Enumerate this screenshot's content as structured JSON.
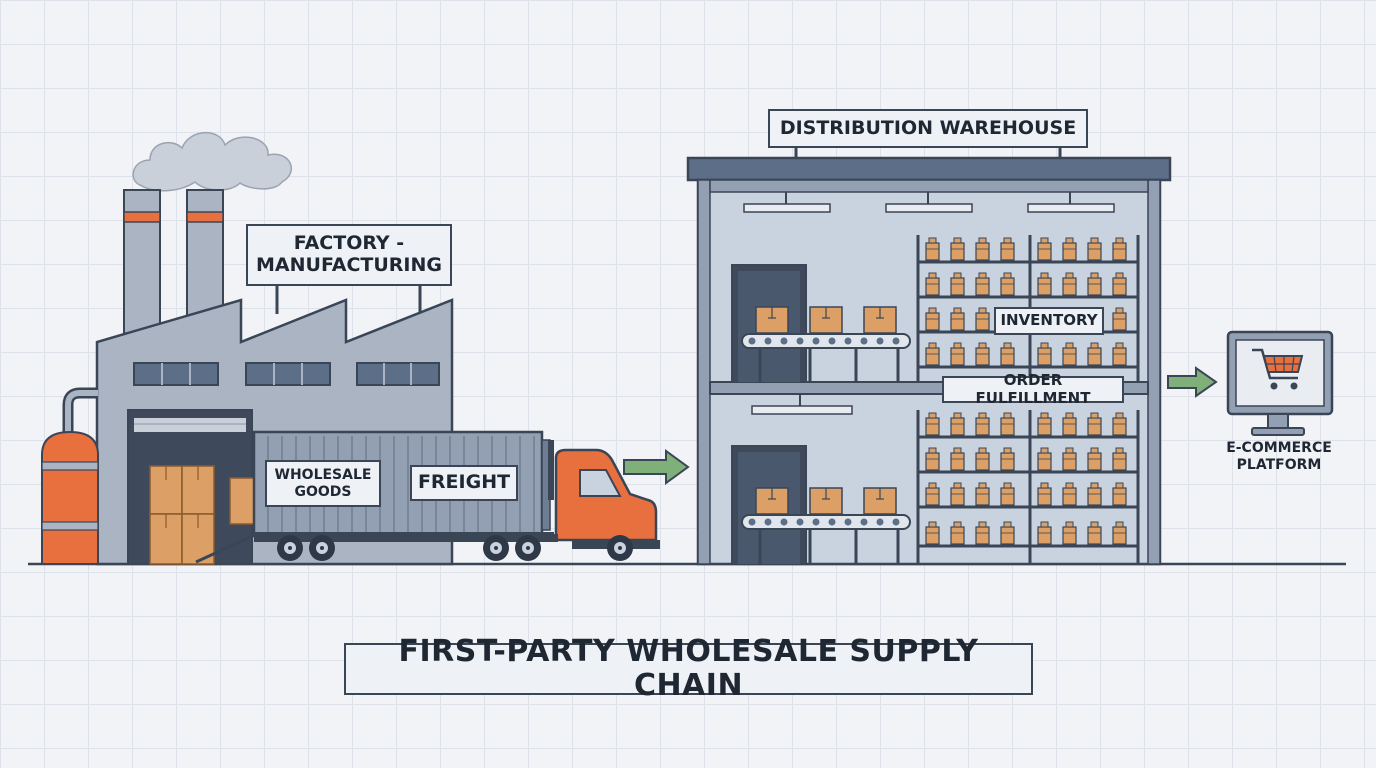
{
  "title": "FIRST-PARTY WHOLESALE SUPPLY CHAIN",
  "factory": {
    "label": "FACTORY - MANUFACTURING"
  },
  "truck": {
    "cargo_label": "WHOLESALE GOODS",
    "freight_label": "FREIGHT"
  },
  "warehouse": {
    "label": "DISTRIBUTION WAREHOUSE",
    "inventory_label": "INVENTORY",
    "fulfillment_label": "ORDER FULFILLMENT"
  },
  "ecommerce": {
    "label": "E-COMMERCE PLATFORM"
  },
  "colors": {
    "outline": "#3a4556",
    "building": "#aab4c3",
    "warehouse_wall": "#c9d2df",
    "orange": "#e8703f",
    "box": "#dca067",
    "arrow": "#7fb07a",
    "window": "#5d6e89"
  },
  "icons": [
    "smoke-icon",
    "factory-icon",
    "truck-icon",
    "box-icon",
    "conveyor-icon",
    "shelf-icon",
    "arrow-right-icon",
    "monitor-icon",
    "shopping-cart-icon"
  ]
}
